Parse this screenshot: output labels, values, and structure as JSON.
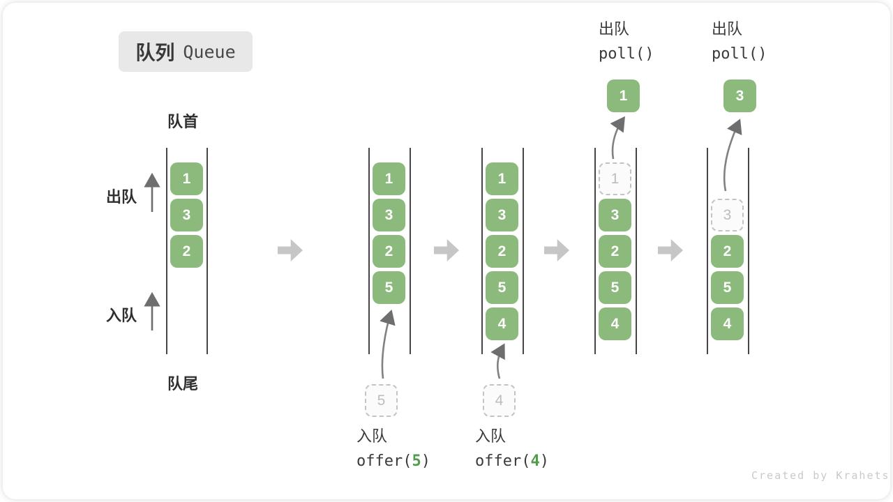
{
  "title": {
    "zh": "队列",
    "en": "Queue"
  },
  "labels": {
    "front": "队首",
    "rear": "队尾",
    "dequeue_side": "出队",
    "enqueue_side": "入队"
  },
  "colors": {
    "green": "#8cba7d",
    "green_digit": "#4f9d4a",
    "badge_bg": "#e8e8e8",
    "block_arrow": "#c6c6c6",
    "wall": "#454545",
    "dashed_border": "#c3c3c3",
    "dashed_text": "#bdbdbd",
    "curve_arrow": "#7d7d7d",
    "watermark": "#c9c9c9"
  },
  "states": [
    {
      "slots": [
        "1",
        "3",
        "2"
      ]
    },
    {
      "slots": [
        "1",
        "3",
        "2",
        "5"
      ],
      "incoming": "5"
    },
    {
      "slots": [
        "1",
        "3",
        "2",
        "5",
        "4"
      ],
      "incoming": "4"
    },
    {
      "dashed": "1",
      "slots": [
        "3",
        "2",
        "5",
        "4"
      ],
      "polled": "1"
    },
    {
      "dashed": "3",
      "slots": [
        "2",
        "5",
        "4"
      ],
      "polled": "3"
    }
  ],
  "operations": {
    "offer5": {
      "label": "入队",
      "fn_pre": "offer(",
      "arg": "5",
      "fn_post": ")"
    },
    "offer4": {
      "label": "入队",
      "fn_pre": "offer(",
      "arg": "4",
      "fn_post": ")"
    },
    "poll1": {
      "label": "出队",
      "fn": "poll()"
    },
    "poll2": {
      "label": "出队",
      "fn": "poll()"
    }
  },
  "watermark": "Created by Krahets"
}
